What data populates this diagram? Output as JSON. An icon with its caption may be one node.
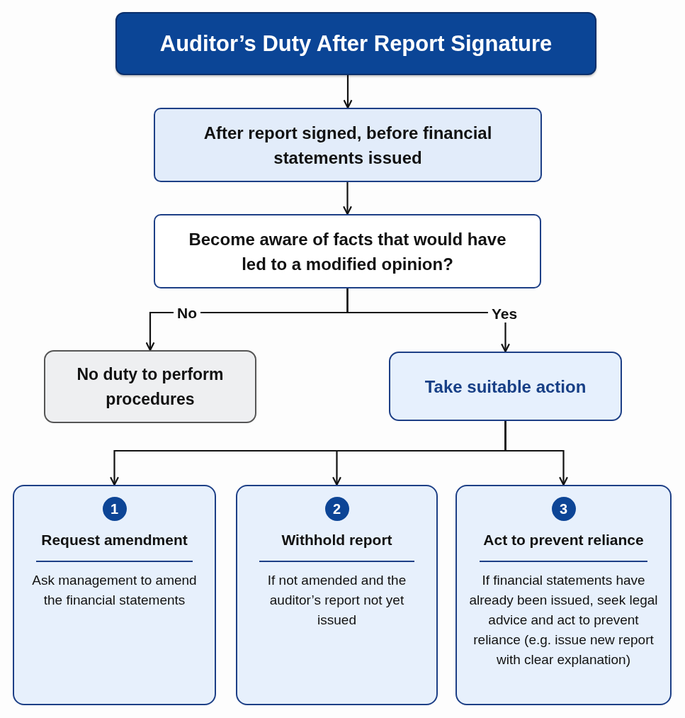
{
  "diagram": {
    "nodes": [
      {
        "text": [
          "Auditor’s Duty After Report Signature"
        ]
      },
      {
        "text": [
          "After report signed, before financial statements issued"
        ]
      },
      {
        "text": [
          "Become aware of facts that would have led to a modified opinion?"
        ]
      },
      {
        "text": [
          "No duty to perform procedures"
        ]
      },
      {
        "text": [
          "Take suitable action"
        ]
      },
      {
        "text": [
          "1",
          "Request amendment",
          "Ask management to amend the financial statements"
        ]
      },
      {
        "text": [
          "2",
          "Withhold report",
          "If not amended and the auditor’s report not yet issued"
        ]
      },
      {
        "text": [
          "3",
          "Act to prevent reliance",
          "If financial statements have already been issued, seek legal advice and act to prevent reliance (e.g. issue new report with clear explanation)"
        ]
      }
    ],
    "edges": [
      {
        "from": 0,
        "to": 1,
        "arrow": "to"
      },
      {
        "from": 1,
        "to": 2,
        "arrow": "to"
      },
      {
        "from": 2,
        "to": 3,
        "arrow": "to",
        "label": "No"
      },
      {
        "from": 2,
        "to": 4,
        "arrow": "to",
        "label": "Yes"
      },
      {
        "from": 4,
        "to": 5,
        "arrow": "to"
      },
      {
        "from": 4,
        "to": 6,
        "arrow": "to"
      },
      {
        "from": 4,
        "to": 7,
        "arrow": "to"
      }
    ]
  }
}
